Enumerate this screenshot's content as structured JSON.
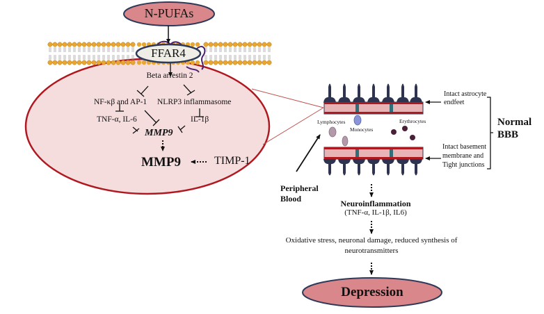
{
  "colors": {
    "ellipse_fill": "#d9878a",
    "cell_fill": "#f5dcdd",
    "cell_stroke": "#b01820",
    "ffar4_fill": "#eeeee6",
    "membrane_head": "#e8a632",
    "astrocyte": "#2e3450",
    "basement": "#e8b3b5",
    "tight_junction": "#2f6f7a"
  },
  "top_ellipse": {
    "label": "N-PUFAs"
  },
  "receptor": {
    "label": "FFAR4"
  },
  "pathway": {
    "beta_arrestin": "Beta arrestin 2",
    "nfkb": "NF-κβ and AP-1",
    "nlrp3": "NLRP3 inflammasome",
    "tnf_il6": "TNF-α, IL-6",
    "il1b": "IL-1β",
    "mmp9_gene": "MMP9",
    "mmp9_protein": "MMP9",
    "timp1": "TIMP-1"
  },
  "bbb": {
    "lymphocytes": "Lymphocytes",
    "monocytes": "Monocytes",
    "erythrocytes": "Erythrocytes",
    "astro_label": "Intact astrocyte endfeet",
    "astro_line1": "Intact astrocyte",
    "astro_line2": "endfeet",
    "basement_line1": "Intact basement",
    "basement_line2": "membrane and",
    "basement_line3": "Tight junctions",
    "normal_line1": "Normal",
    "normal_line2": "BBB",
    "peripheral_line1": "Peripheral",
    "peripheral_line2": "Blood"
  },
  "outcome": {
    "neuro_title": "Neuroinflammation",
    "neuro_sub": "(TNF-α, IL-1β, IL6)",
    "oxidative_line1": "Oxidative stress, neuronal damage, reduced synthesis of",
    "oxidative_line2": "neurotransmitters",
    "depression": "Depression"
  }
}
